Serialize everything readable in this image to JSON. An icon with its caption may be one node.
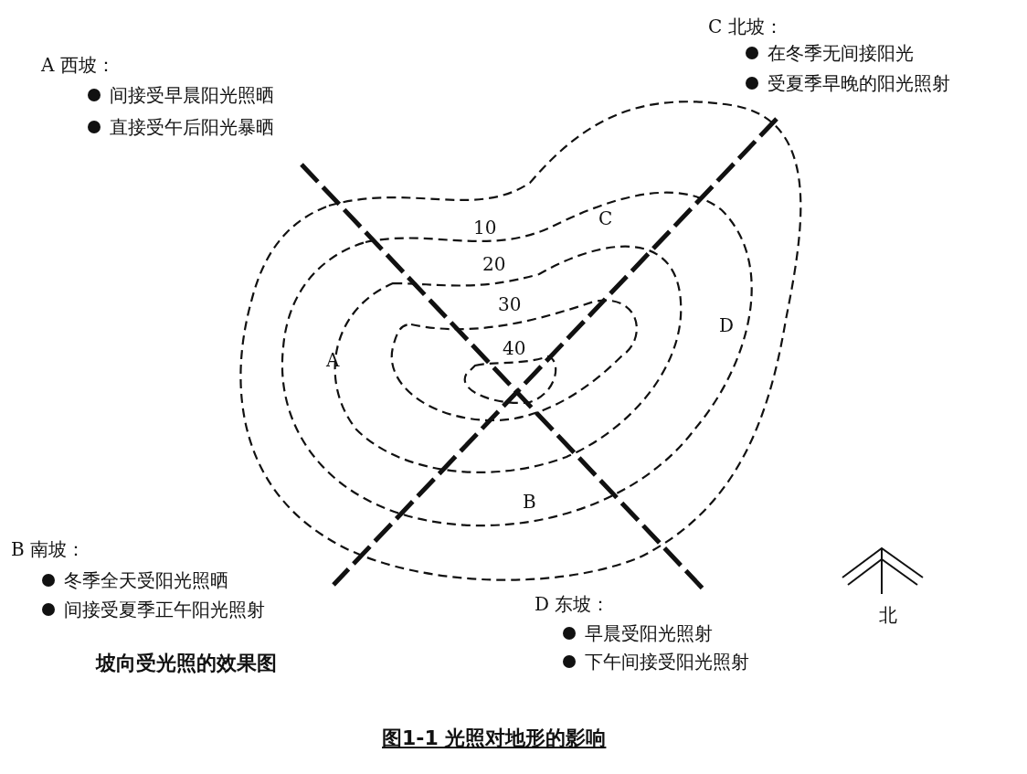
{
  "diagram": {
    "caption": "图1-1 光照对地形的影响",
    "labels": [
      "C 北坡：",
      "在冬季无间接阳光",
      "受夏季早晚的阳光照射",
      "A 西坡：",
      "间接受早晨阳光照晒",
      "直接受午后阳光暴晒",
      "10",
      "C",
      "20",
      "30",
      "D",
      "40",
      "A",
      "B",
      "B 南坡：",
      "冬季全天受阳光照晒",
      "间接受夏季正午阳光照射",
      "D 东坡：",
      "早晨受阳光照射",
      "下午间接受阳光照射",
      "北",
      "坡向受光照的效果图"
    ]
  }
}
